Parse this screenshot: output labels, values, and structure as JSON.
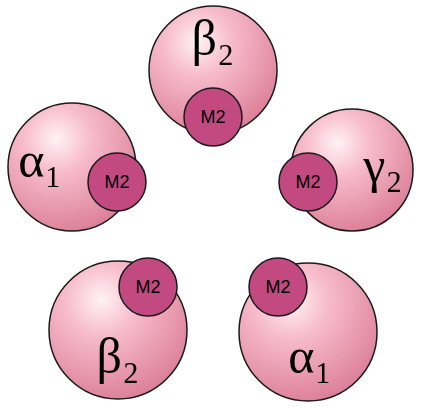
{
  "diagram": {
    "nodes": [
      {
        "text": [
          "β₂"
        ]
      },
      {
        "text": [
          "M2"
        ],
        "in": 0
      },
      {
        "text": [
          "α₁"
        ]
      },
      {
        "text": [
          "M2"
        ],
        "in": 2
      },
      {
        "text": [
          "γ₂"
        ]
      },
      {
        "text": [
          "M2"
        ],
        "in": 4
      },
      {
        "text": [
          "β₂"
        ]
      },
      {
        "text": [
          "M2"
        ],
        "in": 6
      },
      {
        "text": [
          "α₁"
        ]
      },
      {
        "text": [
          "M2"
        ],
        "in": 8
      }
    ]
  }
}
